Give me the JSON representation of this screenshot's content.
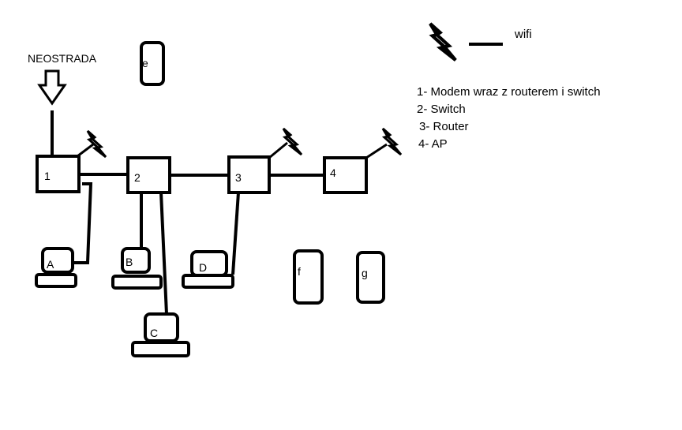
{
  "colors": {
    "ink": "#000000",
    "background": "#ffffff"
  },
  "internet_label": "NEOSTRADA",
  "wifi_legend_label": "wifi",
  "legend_items": [
    "1- Modem wraz z routerem i switch",
    "2- Switch",
    "3- Router",
    "4- AP"
  ],
  "nodes": {
    "device_1": "1",
    "device_2": "2",
    "device_3": "3",
    "device_4": "4"
  },
  "computers": {
    "A": "A",
    "B": "B",
    "C": "C",
    "D": "D"
  },
  "mobile_devices": {
    "e": "e",
    "f": "f",
    "g": "g"
  },
  "icons": [
    "down-arrow-icon",
    "lightning-bolt-icon"
  ]
}
